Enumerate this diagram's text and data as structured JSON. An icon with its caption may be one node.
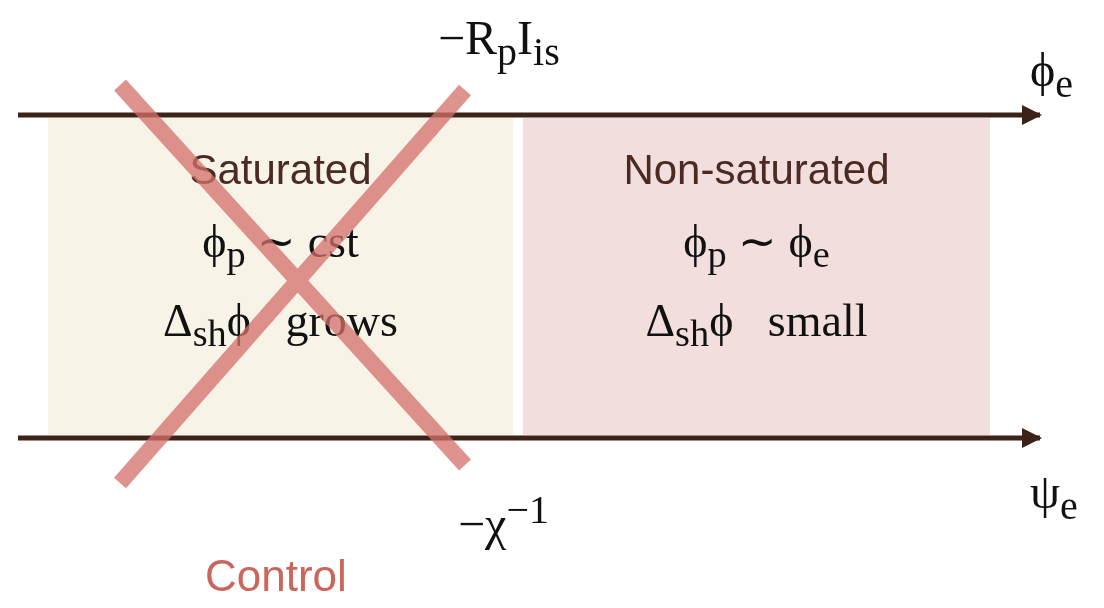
{
  "diagram": {
    "nodes": [
      {
        "text": [
          "Saturated",
          "ϕ$_{p}$ ∼ cst",
          "Δ$_{sh}$ϕ   grows"
        ]
      },
      {
        "text": [
          "Non-saturated",
          "ϕ$_{p}$ ∼ ϕ$_{e}$",
          "Δ$_{sh}$ϕ   small"
        ]
      }
    ],
    "labels": [
      "−R$_{p}$I$_{is}$",
      "ϕ$_{e}$",
      "ψ$_{e}$",
      "−χ$^{−1}$",
      "Control"
    ]
  }
}
